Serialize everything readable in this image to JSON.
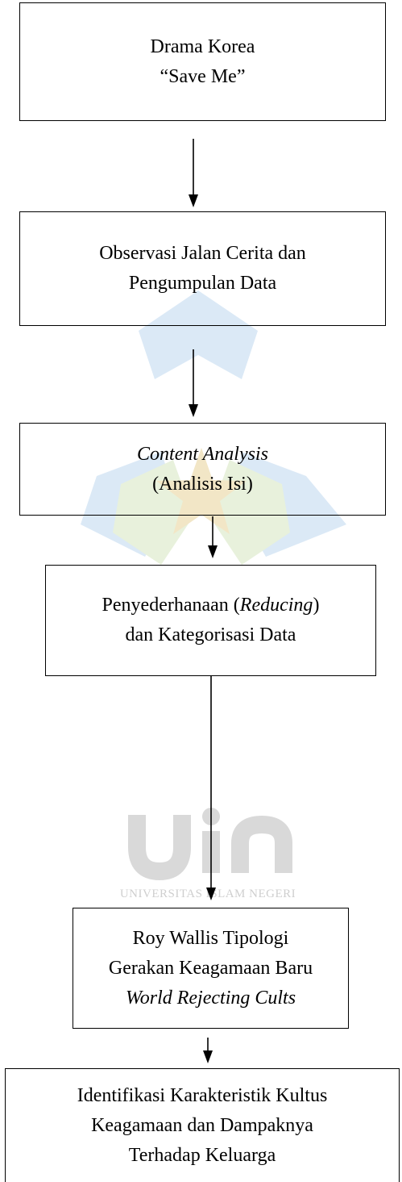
{
  "flowchart": {
    "nodes": [
      {
        "id": "drama",
        "lines": [
          "Drama Korea",
          "“Save Me”"
        ]
      },
      {
        "id": "observasi",
        "lines": [
          "Observasi Jalan Cerita dan",
          "Pengumpulan Data"
        ]
      },
      {
        "id": "content",
        "line1": "Content Analysis",
        "line2": "(Analisis Isi)"
      },
      {
        "id": "reduksi",
        "line1_pre": "Penyederhanaan (",
        "line1_italic": "Reducing",
        "line1_post": ")",
        "line2": "dan Kategorisasi Data"
      },
      {
        "id": "wallis",
        "lines": [
          "Roy Wallis Tipologi",
          "Gerakan Keagamaan Baru"
        ],
        "line3": "World Rejecting Cults"
      },
      {
        "id": "identifikasi",
        "lines": [
          "Identifikasi Karakteristik Kultus",
          "Keagamaan dan Dampaknya",
          "Terhadap Keluarga"
        ]
      }
    ],
    "edges": [
      {
        "from": "drama",
        "to": "observasi"
      },
      {
        "from": "observasi",
        "to": "content"
      },
      {
        "from": "content",
        "to": "reduksi"
      },
      {
        "from": "reduksi",
        "to": "wallis"
      },
      {
        "from": "wallis",
        "to": "identifikasi"
      }
    ]
  },
  "watermark": {
    "logo_text": "uin",
    "caption": "UNIVERSITAS ISLAM NEGERI",
    "colors": {
      "blue": "#dbe9f6",
      "green": "#e8f1dc",
      "star": "#f2e6c6",
      "logo": "#d9d9d9"
    }
  }
}
